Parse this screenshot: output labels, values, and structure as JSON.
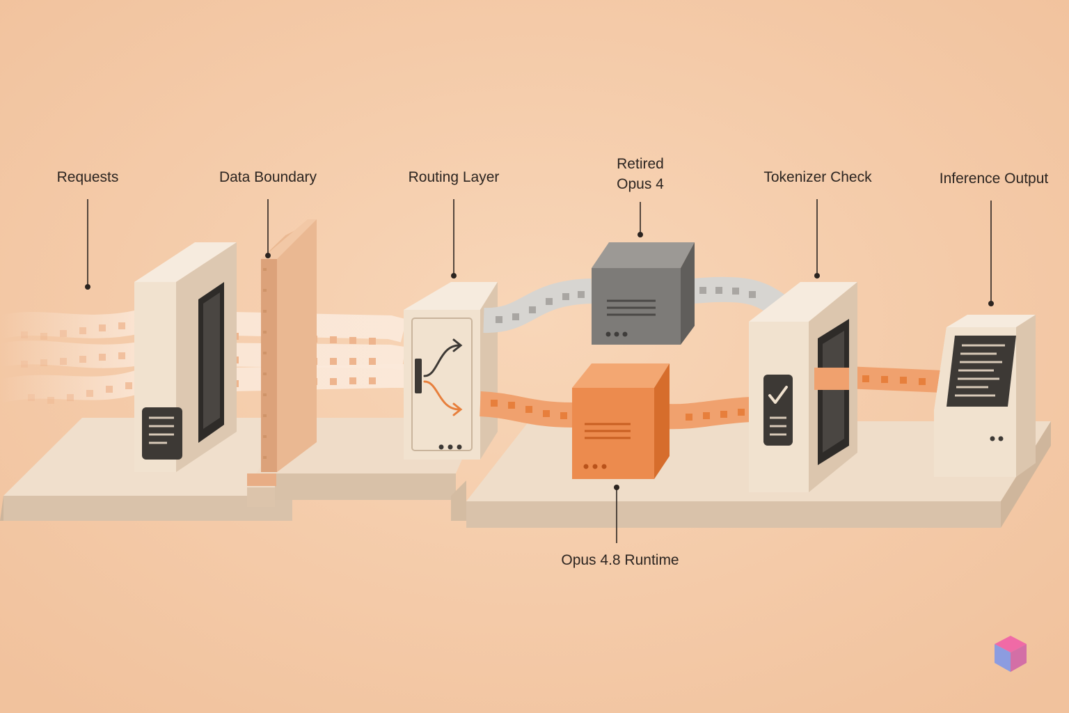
{
  "labels": {
    "requests": "Requests",
    "data_boundary": "Data Boundary",
    "routing_layer": "Routing Layer",
    "retired_line1": "Retired",
    "retired_line2": "Opus 4",
    "tokenizer_check": "Tokenizer Check",
    "inference_output": "Inference Output",
    "runtime": "Opus 4.8 Runtime"
  },
  "colors": {
    "background": "#f4c9a6",
    "device": "#f1e2cf",
    "platform": "#ecd8c3",
    "boundary_panel": "#e9b690",
    "retired_cube": "#7d7b78",
    "active_cube": "#ec8b4e",
    "active_tape": "#f0a16e",
    "retired_tape": "#d6d4d0",
    "screen": "#3d3935",
    "text": "#2b2420"
  },
  "icons": {
    "routing": "fork-arrow-icon",
    "check": "checkmark-icon",
    "watermark": "cube-logo-icon"
  }
}
